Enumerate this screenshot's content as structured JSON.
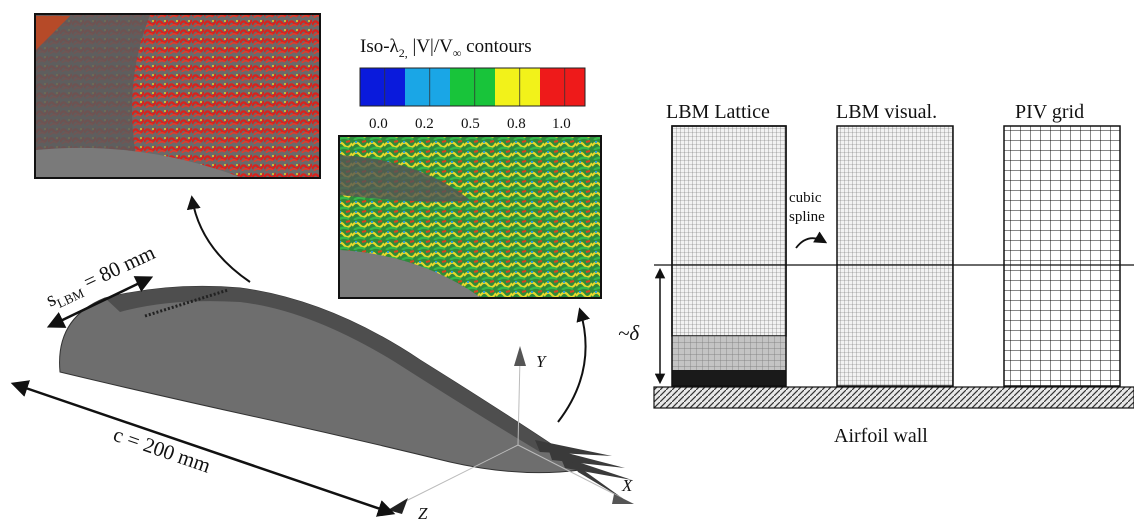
{
  "left_figure": {
    "span_label": "s",
    "span_subscript": "LBM",
    "span_value": " = 80 mm",
    "chord_label": "c = 200 mm",
    "axes": {
      "x": "X",
      "y": "Y",
      "z": "Z"
    }
  },
  "colorbar": {
    "title_prefix": "Iso-λ",
    "title_sub": "2,",
    "title_mid": " |V|/V",
    "title_inf": "∞",
    "title_suffix": " contours",
    "tick_labels": [
      "0.0",
      "0.2",
      "0.5",
      "0.8",
      "1.0"
    ],
    "colors": [
      "#0a1adc",
      "#1aa6e6",
      "#18c43a",
      "#f2f21a",
      "#ee1a1a"
    ]
  },
  "right_figure": {
    "panel_titles": [
      "LBM Lattice",
      "LBM visual.",
      "PIV grid"
    ],
    "spline_label_1": "cubic",
    "spline_label_2": "spline",
    "delta_label": "~δ",
    "wall_label": "Airfoil wall"
  }
}
